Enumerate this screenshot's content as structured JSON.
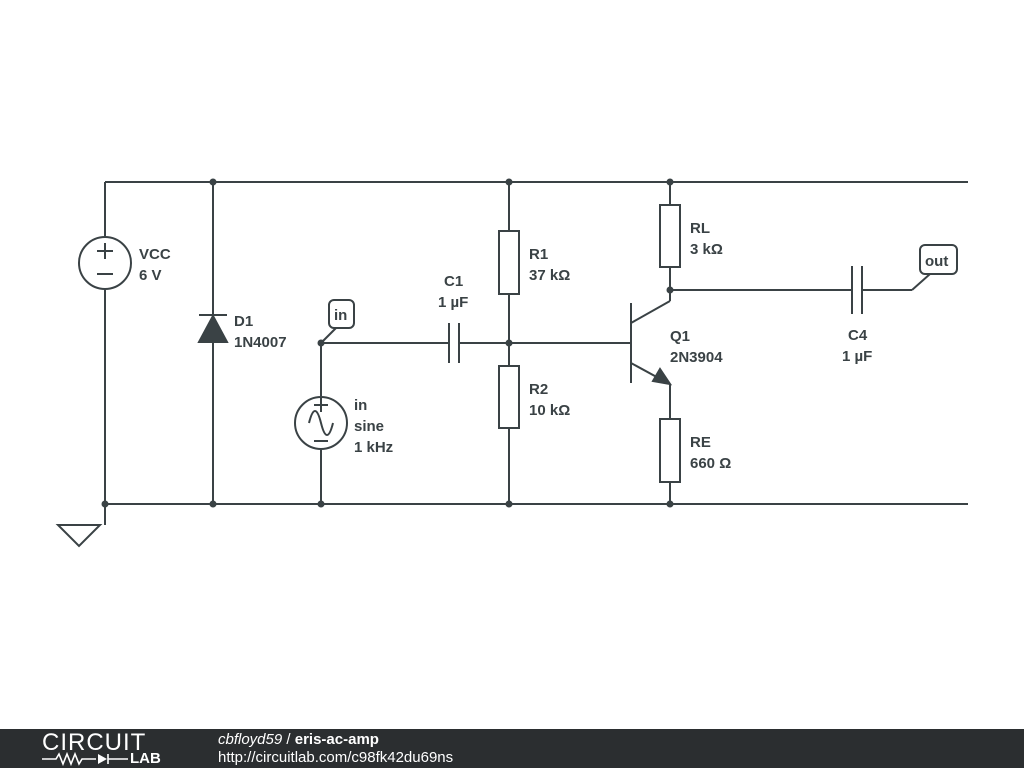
{
  "schematic": {
    "vcc": {
      "name": "VCC",
      "value": "6 V"
    },
    "d1": {
      "name": "D1",
      "value": "1N4007"
    },
    "in_port": {
      "label": "in"
    },
    "vin": {
      "name": "in",
      "type": "sine",
      "freq": "1 kHz"
    },
    "c1": {
      "name": "C1",
      "value": "1 µF"
    },
    "r1": {
      "name": "R1",
      "value": "37 kΩ"
    },
    "r2": {
      "name": "R2",
      "value": "10 kΩ"
    },
    "rl": {
      "name": "RL",
      "value": "3 kΩ"
    },
    "q1": {
      "name": "Q1",
      "value": "2N3904"
    },
    "re": {
      "name": "RE",
      "value": "660 Ω"
    },
    "c4": {
      "name": "C4",
      "value": "1 µF"
    },
    "out_port": {
      "label": "out"
    }
  },
  "footer": {
    "logo_top": "CIRCUIT",
    "logo_bottom": "LAB",
    "user": "cbfloyd59",
    "separator": " / ",
    "project": "eris-ac-amp",
    "url": "http://circuitlab.com/c98fk42du69ns"
  }
}
